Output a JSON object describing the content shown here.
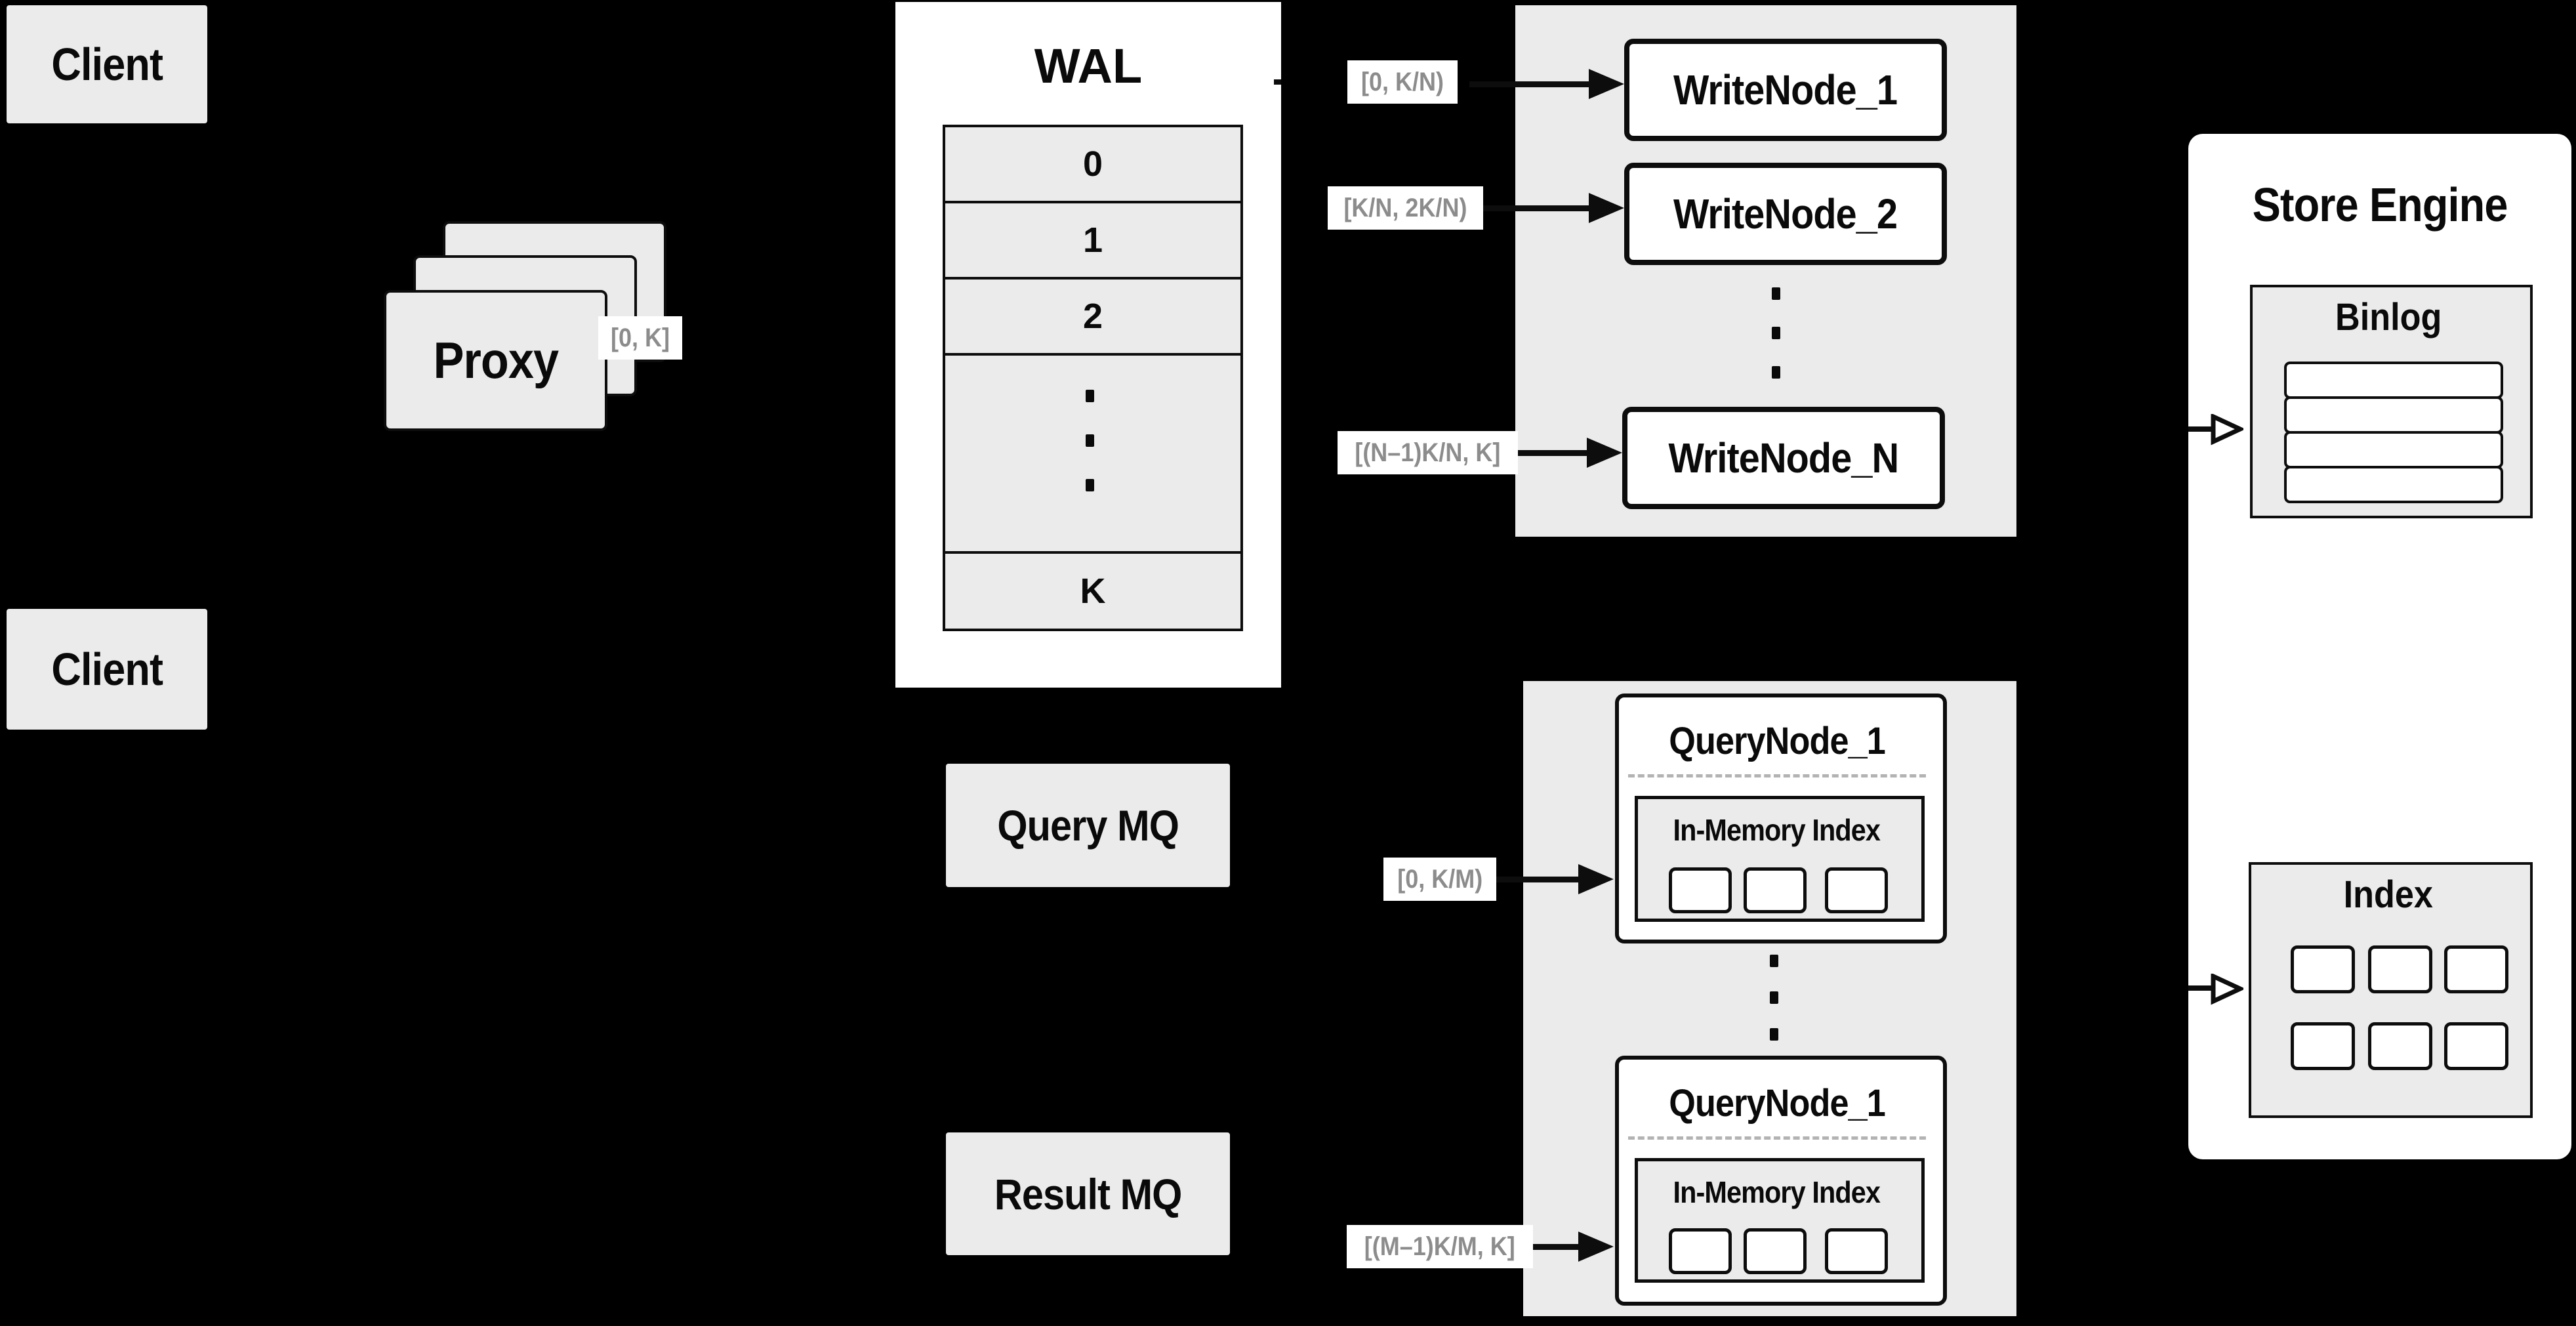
{
  "colors": {
    "background": "#000000",
    "box_gray": "#ebebeb",
    "box_white": "#ffffff",
    "border_black": "#0d0d0d",
    "range_label_text": "#8c8c8c",
    "dashed_divider": "#b3b3b3"
  },
  "clients": {
    "top_label": "Client",
    "bottom_label": "Client"
  },
  "proxy": {
    "label": "Proxy",
    "range_out": "[0, K]"
  },
  "wal": {
    "title": "WAL",
    "rows": [
      "0",
      "1",
      "2"
    ],
    "last_row": "K",
    "vertical_ellipsis": "..."
  },
  "write_section": {
    "ranges": {
      "node1": "[0, K/N)",
      "node2": "[K/N, 2K/N)",
      "nodeN": "[(N–1)K/N, K]"
    },
    "nodes": {
      "node1": "WriteNode_1",
      "node2": "WriteNode_2",
      "nodeN": "WriteNode_N"
    },
    "vertical_ellipsis": "..."
  },
  "mq": {
    "query_label": "Query MQ",
    "result_label": "Result MQ"
  },
  "query_section": {
    "ranges": {
      "top": "[0, K/M)",
      "bottom": "[(M–1)K/M, K]"
    },
    "top_node": {
      "title": "QueryNode_1",
      "inner_title": "In-Memory Index"
    },
    "bottom_node": {
      "title": "QueryNode_1",
      "inner_title": "In-Memory Index"
    },
    "vertical_ellipsis": "..."
  },
  "store_engine": {
    "title": "Store Engine",
    "binlog": {
      "title": "Binlog"
    },
    "index": {
      "title": "Index"
    }
  }
}
